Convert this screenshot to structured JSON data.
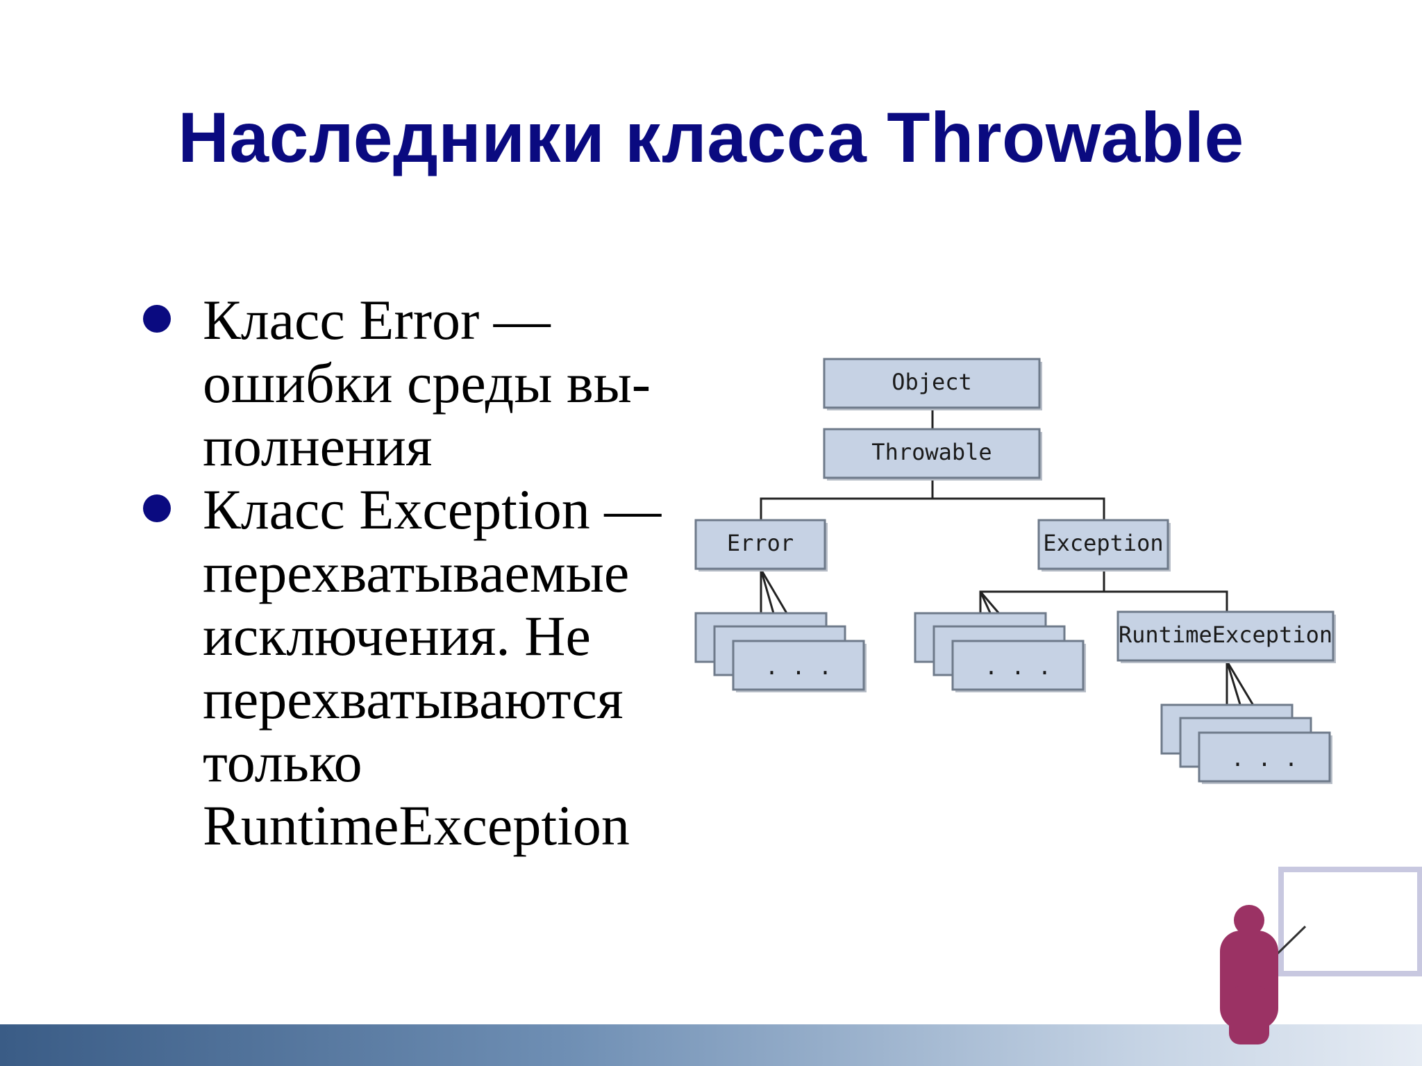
{
  "title": "Наследники класса Throwable",
  "bullets": [
    {
      "lines": [
        "Класс Error —",
        "ошибки среды вы-",
        "полнения"
      ]
    },
    {
      "lines": [
        "Класс Exception —",
        "перехватываемые",
        "исключения. Не",
        "перехватываются",
        "только",
        "RuntimeException"
      ]
    }
  ],
  "diagram": {
    "nodes": {
      "object": "Object",
      "throwable": "Throwable",
      "error": "Error",
      "exception": "Exception",
      "runtime": "RuntimeException",
      "error_children": ". . .",
      "exception_children": ". . .",
      "runtime_children": ". . ."
    }
  },
  "colors": {
    "title": "#0a0a80",
    "bullet": "#0a0a80",
    "box_fill": "#c6d2e4",
    "presenter": "#9b3264"
  }
}
